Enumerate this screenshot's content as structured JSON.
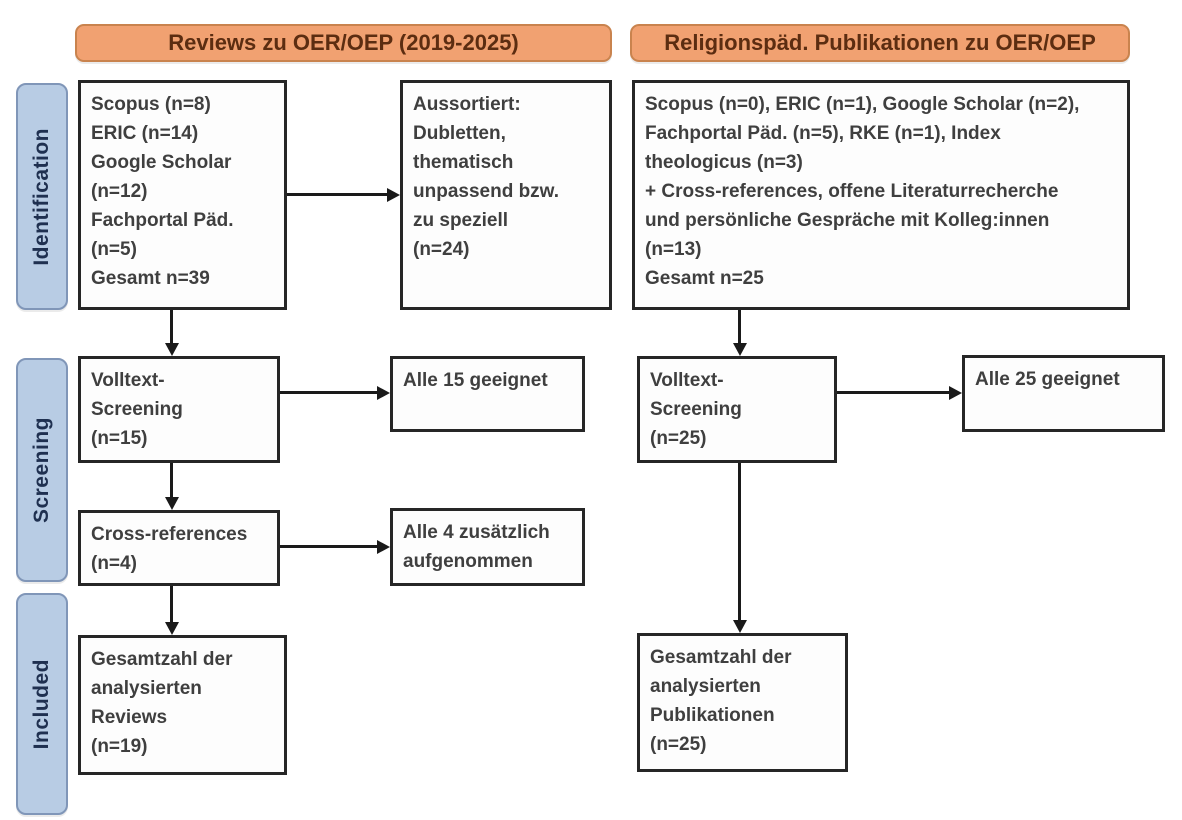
{
  "diagram": {
    "type": "prisma-flowchart",
    "columns": [
      {
        "id": "reviews",
        "header": "Reviews zu OER/OEP (2019-2025)"
      },
      {
        "id": "religionspaed",
        "header": "Religionspäd. Publikationen zu OER/OEP"
      }
    ],
    "stages": {
      "identification": "Identification",
      "screening": "Screening",
      "included": "Included"
    },
    "boxes": {
      "left_identification": "Scopus (n=8)\nERIC (n=14)\nGoogle Scholar\n(n=12)\nFachportal Päd.\n(n=5)\nGesamt n=39",
      "left_excluded": "Aussortiert:\nDubletten,\nthematisch\nunpassend bzw.\nzu speziell\n(n=24)",
      "left_fulltext_screening": "Volltext-\nScreening\n(n=15)",
      "left_fulltext_result": "Alle 15 geeignet",
      "left_crossref": "Cross-references\n(n=4)",
      "left_crossref_result": "Alle 4 zusätzlich\naufgenommen",
      "left_included": "Gesamtzahl der\nanalysierten\nReviews\n(n=19)",
      "right_identification": "Scopus (n=0), ERIC (n=1), Google Scholar (n=2),\nFachportal Päd. (n=5), RKE (n=1), Index\ntheologicus (n=3)\n+ Cross-references, offene Literaturrecherche\nund persönliche Gespräche mit Kolleg:innen\n(n=13)\nGesamt n=25",
      "right_fulltext_screening": "Volltext-\nScreening\n(n=25)",
      "right_fulltext_result": "Alle 25 geeignet",
      "right_included": "Gesamtzahl der\nanalysierten\nPublikationen\n(n=25)"
    },
    "counts": {
      "left_total_identified": 39,
      "left_excluded": 24,
      "left_fulltext": 15,
      "left_crossref_added": 4,
      "left_included": 19,
      "right_total_identified": 25,
      "right_fulltext": 25,
      "right_included": 25
    },
    "colors": {
      "header_fill": "#F1A171",
      "header_border": "#C9834E",
      "header_text": "#5C2D11",
      "stage_fill": "#B8CCE4",
      "stage_border": "#8096B8",
      "stage_text": "#1F3050",
      "box_border": "#262626",
      "box_text": "#3F3F3F",
      "arrow": "#1A1A1A",
      "background": "#FFFFFF"
    }
  }
}
